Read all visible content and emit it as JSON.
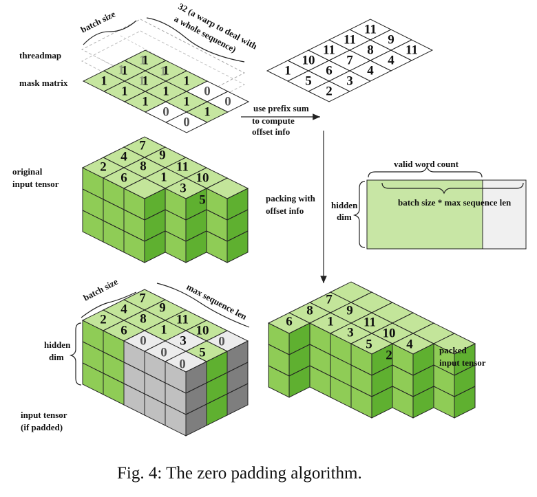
{
  "labels": {
    "batch_size_top": "batch size",
    "warp_note_line1": "32 (a warp to deal with",
    "warp_note_line2": "a whole sequence)",
    "threadmap": "threadmap",
    "mask_matrix": "mask matrix",
    "prefix_sum_line1": "use prefix sum",
    "prefix_sum_line2": "to  compute",
    "prefix_sum_line3": "offset info",
    "original_line1": "original",
    "original_line2": "input tensor",
    "packing_line1": "packing with",
    "packing_line2": "offset info",
    "valid_word_count": "valid word count",
    "hidden_dim_right_line1": "hidden",
    "hidden_dim_right_line2": "dim",
    "batch_seq_len": "batch size * max sequence len",
    "batch_size_bottom": "batch size",
    "max_seq_len": "max sequence len",
    "hidden_dim_left_line1": "hidden",
    "hidden_dim_left_line2": "dim",
    "input_padded_line1": "input tensor",
    "input_padded_line2": "(if padded)",
    "packed_line1": "packed",
    "packed_line2": "input tensor"
  },
  "caption": "Fig. 4: The zero padding algorithm.",
  "mask_values": [
    "1",
    "1",
    "1",
    "1",
    "1",
    "1",
    "1",
    "1",
    "1",
    "0",
    "1",
    "0",
    "0",
    "1",
    "0"
  ],
  "threadmap_values": [
    "1",
    "1",
    "1",
    "1"
  ],
  "offset_values": [
    "1",
    "5",
    "2",
    "10",
    "6",
    "3",
    "11",
    "7",
    "4",
    "11",
    "8",
    "4",
    "11",
    "9",
    "11"
  ],
  "original_tokens": [
    "7",
    "4",
    "9",
    "2",
    "8",
    "11",
    "6",
    "1",
    "10",
    "3",
    "5"
  ],
  "padded_tokens": [
    "7",
    "4",
    "9",
    "2",
    "8",
    "11",
    "6",
    "1",
    "10",
    "0",
    "3",
    "0",
    "0",
    "5",
    "0"
  ],
  "packed_tokens": [
    "7",
    "8",
    "9",
    "6",
    "1",
    "11",
    "3",
    "10",
    "5",
    "4",
    "2"
  ],
  "colors": {
    "green_top": "#c3e59a",
    "green_left": "#8fcc56",
    "green_right": "#5fb030",
    "grey_top": "#ececec",
    "grey_left": "#c0c0c0",
    "grey_right": "#7e7e7e",
    "matrix_green": "#c6e6a0",
    "bar_green": "#c8e6a5"
  }
}
